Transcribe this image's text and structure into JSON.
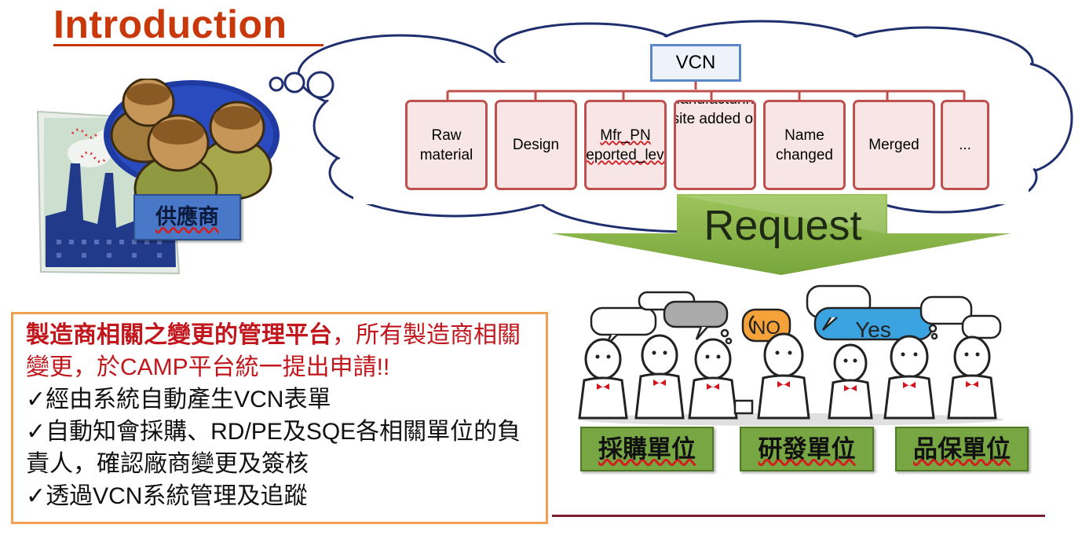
{
  "title": "Introduction",
  "supplier": {
    "label": "供應商"
  },
  "vcn": {
    "root": "VCN",
    "items": [
      {
        "label": "Raw material"
      },
      {
        "label": "Design"
      },
      {
        "label": "Mfr_PN Reported_level"
      },
      {
        "label": "Manufacturing site added or"
      },
      {
        "label": "Name changed"
      },
      {
        "label": "Merged"
      },
      {
        "label": "..."
      }
    ]
  },
  "request_label": "Request",
  "people": {
    "bubble_no": "NO",
    "bubble_yes": "Yes"
  },
  "description": {
    "bold_lead": "製造商相關之變更的管理平台",
    "lead_rest": "，所有製造商相關變更，於CAMP平台統一提出申請!!",
    "bullets": [
      "✓經由系統自動產生VCN表單",
      "✓自動知會採購、RD/PE及SQE各相關單位的負責人，確認廠商變更及簽核",
      "✓透過VCN系統管理及追蹤"
    ]
  },
  "units": [
    {
      "label": "採購單位"
    },
    {
      "label": "研發單位"
    },
    {
      "label": "品保單位"
    }
  ],
  "colors": {
    "title": "#c8380b",
    "arrow": "#8ab54a",
    "card_border": "#c0504d",
    "card_fill": "#f8e6e6",
    "unit_fill": "#77a643",
    "desc_border": "#f0a050",
    "supplier_fill": "#4a78c8"
  }
}
